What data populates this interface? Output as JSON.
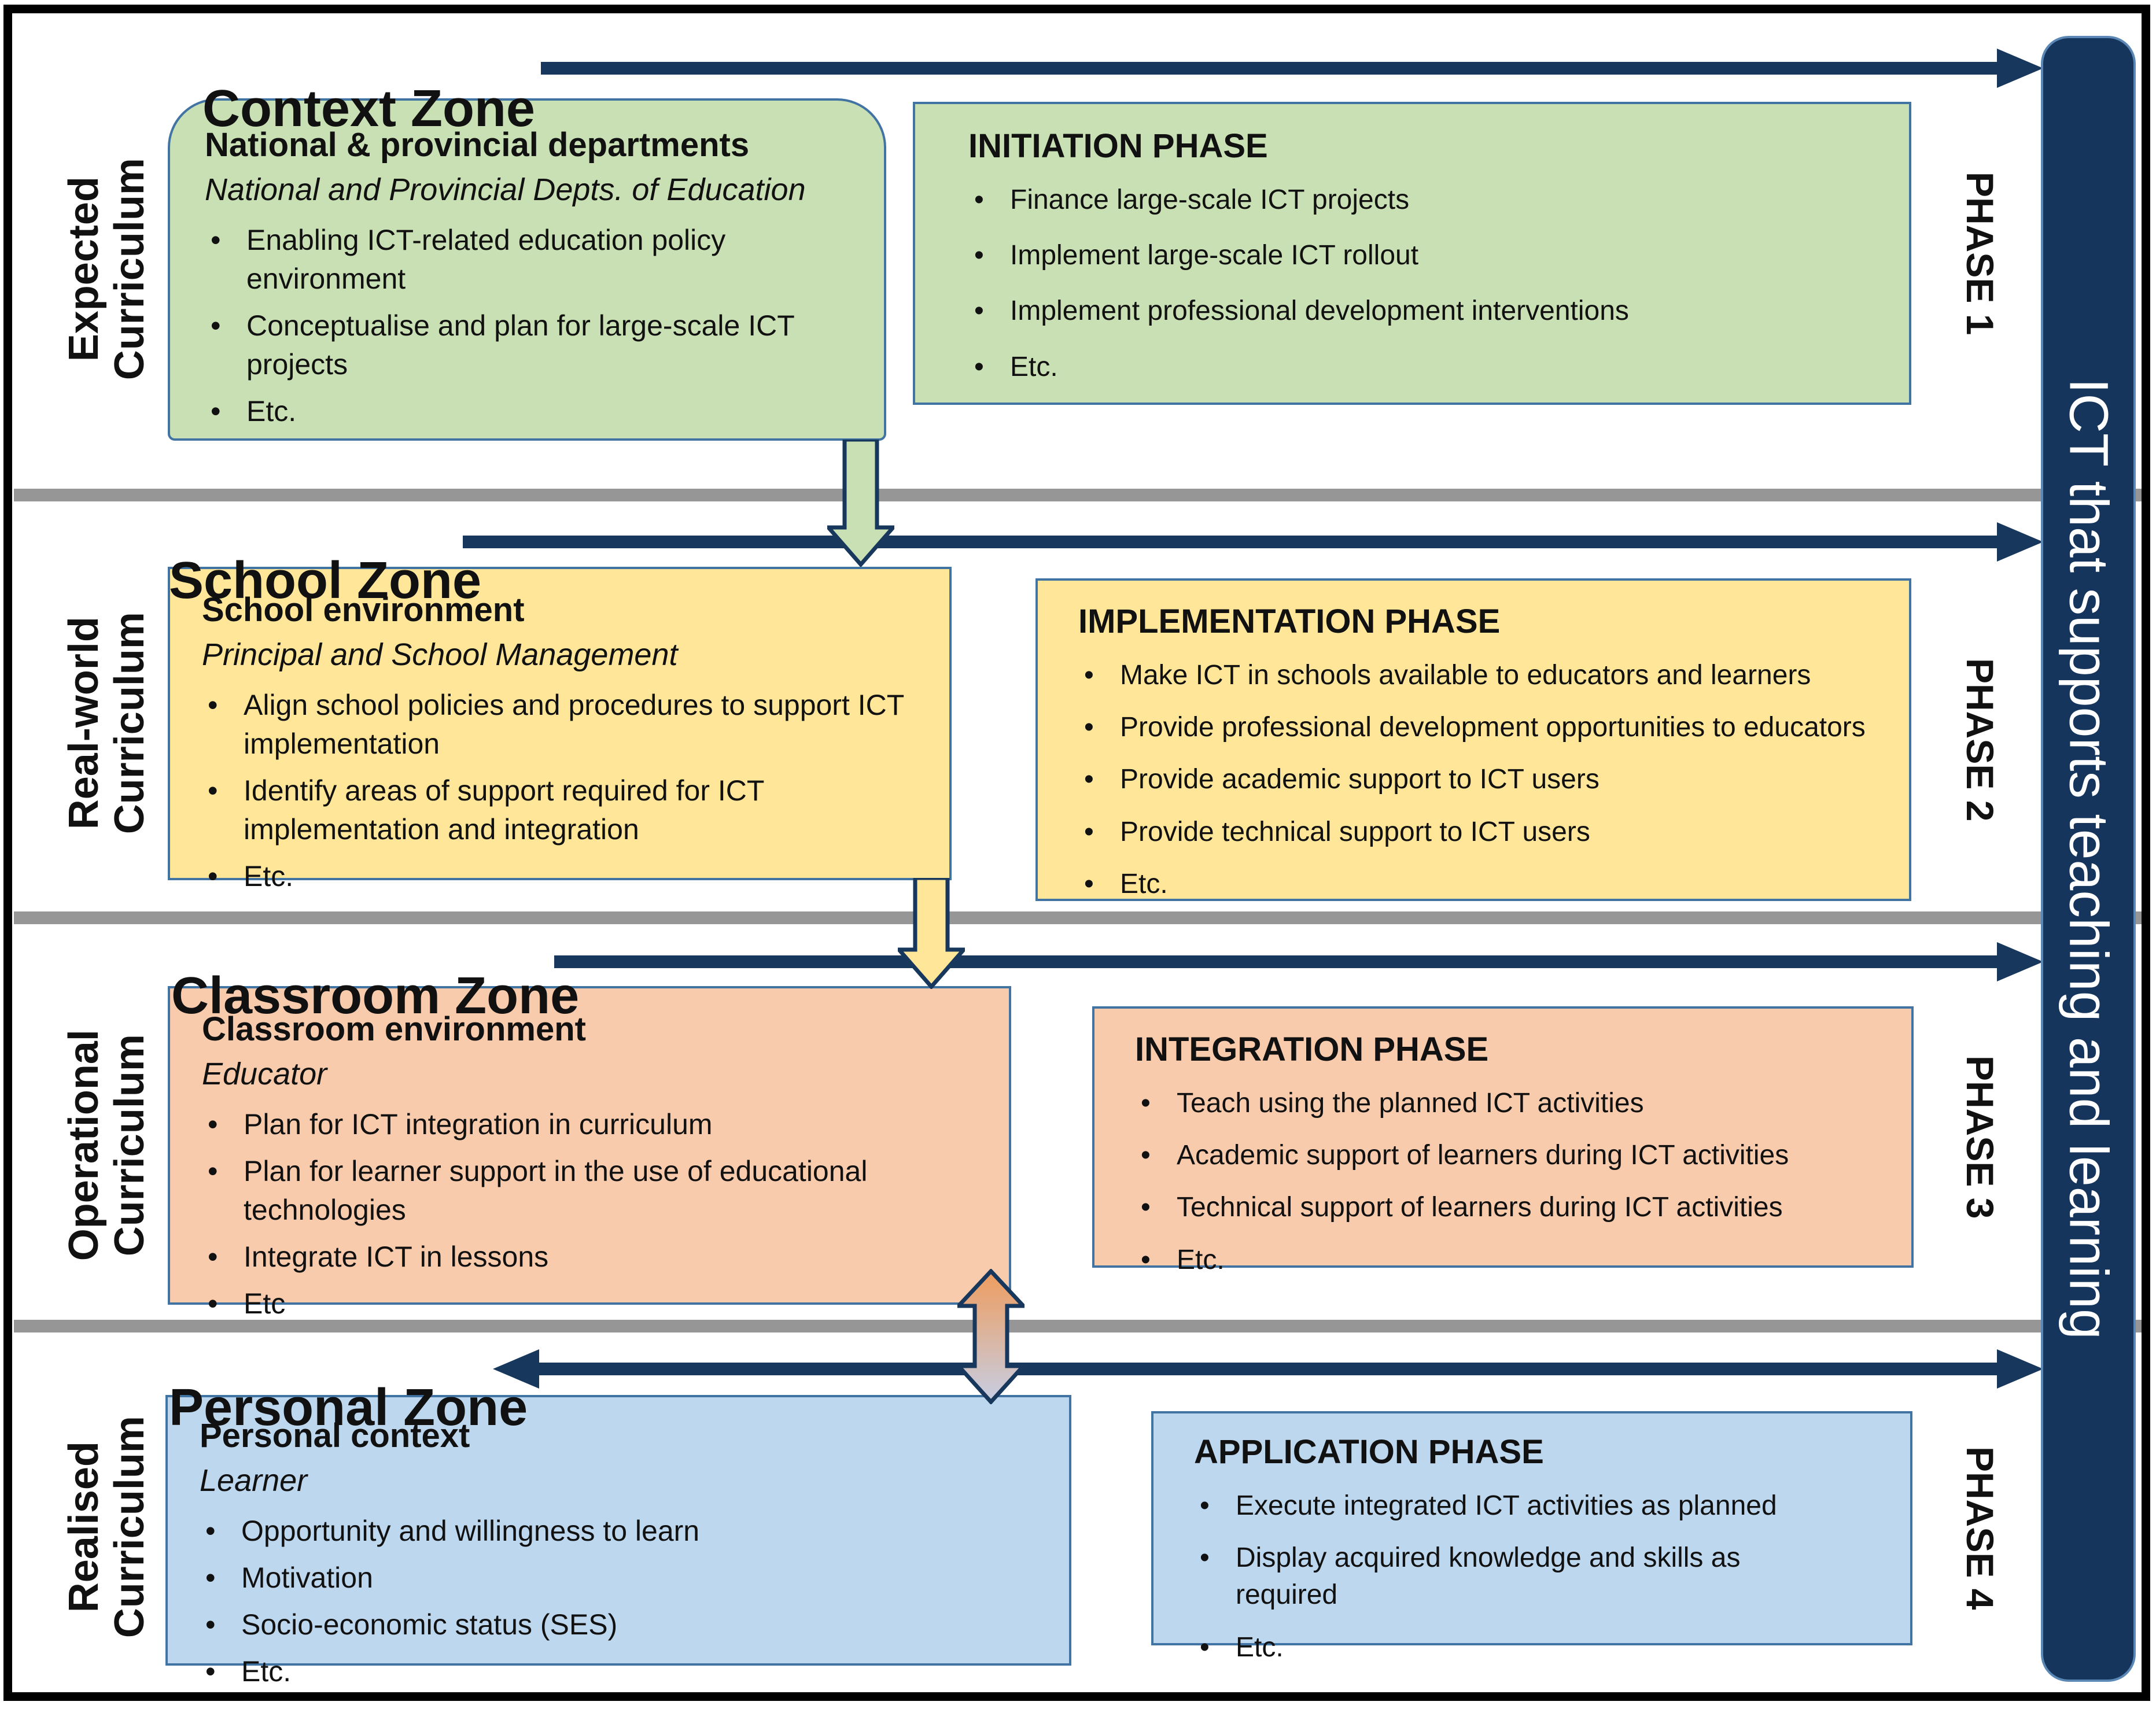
{
  "diagram_title": "Curriculum zones and ICT implementation phases",
  "colors": {
    "navy": "#16355C",
    "box_border": "#4173A3",
    "green_fill": "#C9E0B4",
    "yellow_fill": "#FFE699",
    "orange_fill": "#F8CBAD",
    "blue_fill": "#BDD7EE",
    "divider_gray": "#969696",
    "arrow_gradient_top": "#EE9C5D",
    "arrow_gradient_bottom": "#C7CEE4"
  },
  "right_bar": {
    "label": "ICT that supports teaching and learning"
  },
  "zones": [
    {
      "title": "Context Zone",
      "curriculum_label": "Expected\nCurriculum",
      "phase_label": "PHASE 1",
      "env_box": {
        "heading": "National & provincial departments",
        "subtitle": "National and Provincial Depts. of Education",
        "bullets": [
          "Enabling ICT-related education policy environment",
          "Conceptualise and plan for large-scale ICT projects",
          "Etc."
        ]
      },
      "phase_box": {
        "heading": "INITIATION PHASE",
        "bullets": [
          "Finance large-scale ICT projects",
          "Implement large-scale ICT rollout",
          "Implement professional development interventions",
          "Etc."
        ]
      }
    },
    {
      "title": "School Zone",
      "curriculum_label": "Real-world\nCurriculum",
      "phase_label": "PHASE 2",
      "env_box": {
        "heading": "School environment",
        "subtitle": "Principal and School Management",
        "bullets": [
          "Align school policies and procedures to support ICT implementation",
          "Identify areas of support required for ICT implementation and integration",
          "Etc."
        ]
      },
      "phase_box": {
        "heading": "IMPLEMENTATION PHASE",
        "bullets": [
          "Make ICT in schools available to educators and learners",
          "Provide professional development opportunities to educators",
          "Provide academic support to ICT users",
          "Provide technical support to ICT users",
          "Etc."
        ]
      }
    },
    {
      "title": "Classroom Zone",
      "curriculum_label": "Operational\nCurriculum",
      "phase_label": "PHASE 3",
      "env_box": {
        "heading": "Classroom environment",
        "subtitle": "Educator",
        "bullets": [
          "Plan for ICT integration in curriculum",
          "Plan for learner support in the use of educational technologies",
          "Integrate ICT in lessons",
          "Etc"
        ]
      },
      "phase_box": {
        "heading": "INTEGRATION PHASE",
        "bullets": [
          "Teach using the planned ICT activities",
          "Academic support of learners during ICT activities",
          "Technical support of learners during ICT activities",
          "Etc."
        ]
      }
    },
    {
      "title": "Personal Zone",
      "curriculum_label": "Realised\nCurriculum",
      "phase_label": "PHASE 4",
      "env_box": {
        "heading": "Personal context",
        "subtitle": "Learner",
        "bullets": [
          "Opportunity and willingness to learn",
          "Motivation",
          "Socio-economic status (SES)",
          "Etc."
        ]
      },
      "phase_box": {
        "heading": "APPLICATION PHASE",
        "bullets": [
          "Execute integrated ICT activities as planned",
          "Display acquired knowledge and skills as required",
          "Etc."
        ]
      }
    }
  ]
}
